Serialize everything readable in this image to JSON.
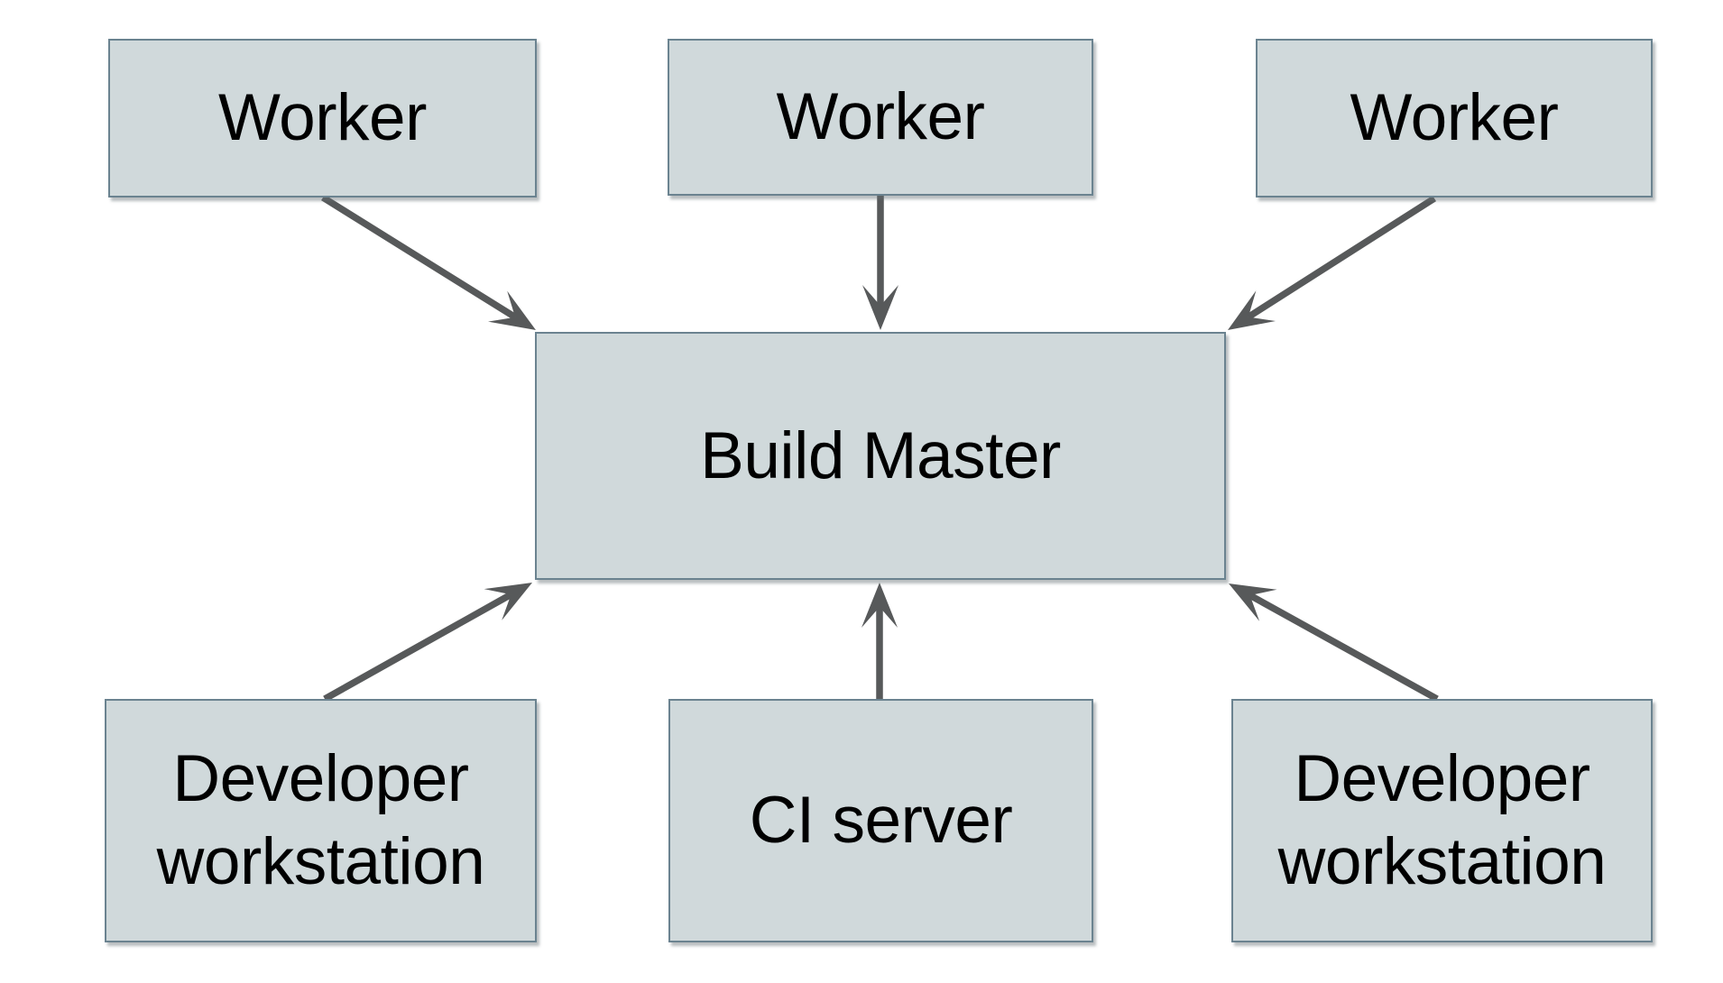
{
  "diagram": {
    "type": "architecture-diagram",
    "colors": {
      "background": "#ffffff",
      "node_fill": "#d0d9db",
      "node_border": "#6b8390",
      "arrow": "#57595a",
      "text": "#000000"
    },
    "nodes": [
      {
        "id": "worker-1",
        "label": "Worker"
      },
      {
        "id": "worker-2",
        "label": "Worker"
      },
      {
        "id": "worker-3",
        "label": "Worker"
      },
      {
        "id": "build-master",
        "label": "Build Master"
      },
      {
        "id": "dev-workstation-left",
        "label": "Developer workstation"
      },
      {
        "id": "ci-server",
        "label": "CI server"
      },
      {
        "id": "dev-workstation-right",
        "label": "Developer workstation"
      }
    ],
    "edges": [
      {
        "from": "worker-1",
        "to": "build-master"
      },
      {
        "from": "worker-2",
        "to": "build-master"
      },
      {
        "from": "worker-3",
        "to": "build-master"
      },
      {
        "from": "dev-workstation-left",
        "to": "build-master"
      },
      {
        "from": "ci-server",
        "to": "build-master"
      },
      {
        "from": "dev-workstation-right",
        "to": "build-master"
      }
    ]
  }
}
